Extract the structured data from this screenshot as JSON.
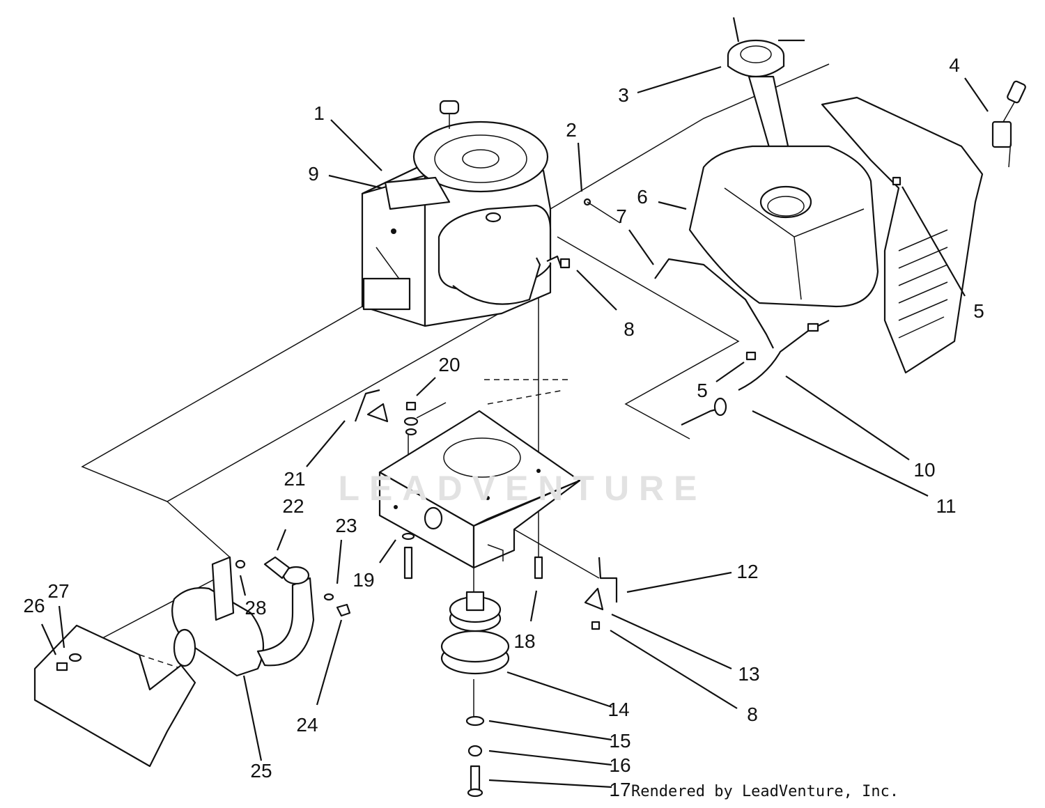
{
  "watermark": {
    "text": "LEADVENTURE"
  },
  "credit": "Rendered by LeadVenture, Inc.",
  "callouts": [
    {
      "n": "1",
      "label": "1"
    },
    {
      "n": "2",
      "label": "2"
    },
    {
      "n": "3",
      "label": "3"
    },
    {
      "n": "4",
      "label": "4"
    },
    {
      "n": "5a",
      "label": "5"
    },
    {
      "n": "5b",
      "label": "5"
    },
    {
      "n": "6",
      "label": "6"
    },
    {
      "n": "7",
      "label": "7"
    },
    {
      "n": "8a",
      "label": "8"
    },
    {
      "n": "8b",
      "label": "8"
    },
    {
      "n": "9",
      "label": "9"
    },
    {
      "n": "10",
      "label": "10"
    },
    {
      "n": "11",
      "label": "11"
    },
    {
      "n": "12",
      "label": "12"
    },
    {
      "n": "13",
      "label": "13"
    },
    {
      "n": "14",
      "label": "14"
    },
    {
      "n": "15",
      "label": "15"
    },
    {
      "n": "16",
      "label": "16"
    },
    {
      "n": "17",
      "label": "17"
    },
    {
      "n": "18",
      "label": "18"
    },
    {
      "n": "19",
      "label": "19"
    },
    {
      "n": "20",
      "label": "20"
    },
    {
      "n": "21",
      "label": "21"
    },
    {
      "n": "22",
      "label": "22"
    },
    {
      "n": "23",
      "label": "23"
    },
    {
      "n": "24",
      "label": "24"
    },
    {
      "n": "25",
      "label": "25"
    },
    {
      "n": "26",
      "label": "26"
    },
    {
      "n": "27",
      "label": "27"
    },
    {
      "n": "28",
      "label": "28"
    }
  ]
}
